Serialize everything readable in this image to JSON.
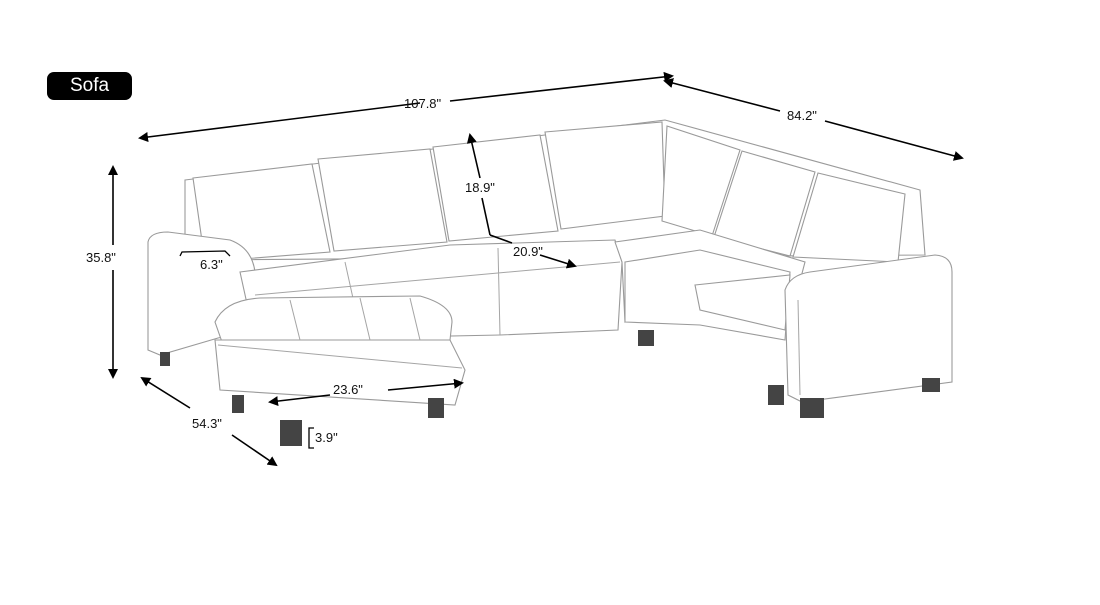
{
  "title": "Sofa",
  "dimensions": {
    "overall_width": "107.8\"",
    "side_depth": "84.2\"",
    "height": "35.8\"",
    "back_height": "18.9\"",
    "seat_depth": "20.9\"",
    "arm_width": "6.3\"",
    "chaise_width": "23.6\"",
    "chaise_depth": "54.3\"",
    "leg_height": "3.9\""
  }
}
